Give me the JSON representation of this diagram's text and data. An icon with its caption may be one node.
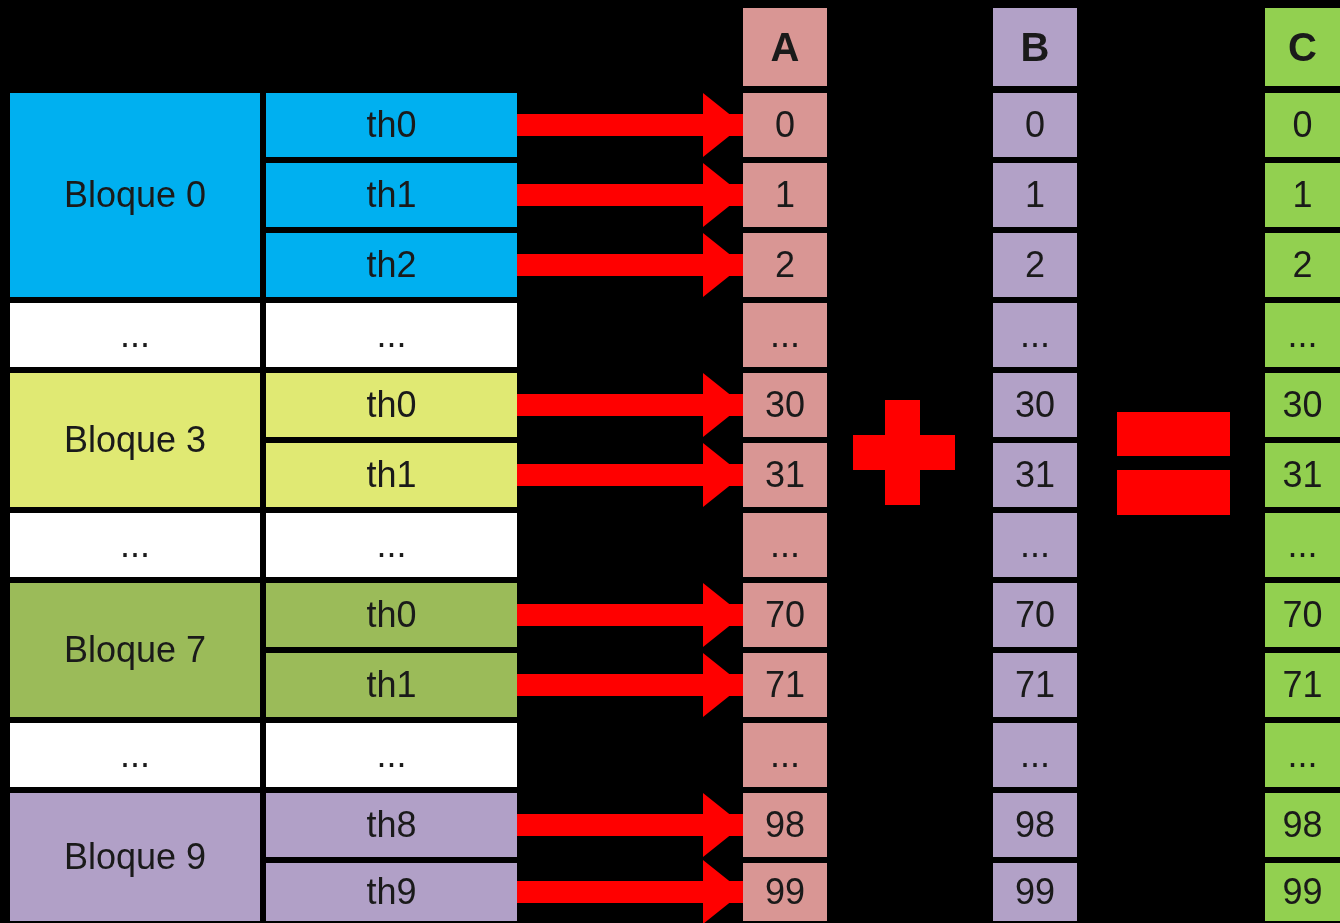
{
  "diagram": {
    "nodes": [
      {
        "text": [
          "Bloque 0"
        ]
      },
      {
        "text": [
          "th0"
        ]
      },
      {
        "text": [
          "th1"
        ]
      },
      {
        "text": [
          "th2"
        ]
      },
      {
        "text": [
          "..."
        ]
      },
      {
        "text": [
          "..."
        ]
      },
      {
        "text": [
          "Bloque 3"
        ]
      },
      {
        "text": [
          "th0"
        ]
      },
      {
        "text": [
          "th1"
        ]
      },
      {
        "text": [
          "..."
        ]
      },
      {
        "text": [
          "..."
        ]
      },
      {
        "text": [
          "Bloque 7"
        ]
      },
      {
        "text": [
          "th0"
        ]
      },
      {
        "text": [
          "th1"
        ]
      },
      {
        "text": [
          "..."
        ]
      },
      {
        "text": [
          "..."
        ]
      },
      {
        "text": [
          "Bloque 9"
        ]
      },
      {
        "text": [
          "th8"
        ]
      },
      {
        "text": [
          "th9"
        ]
      },
      {
        "text": [
          "A"
        ]
      },
      {
        "text": [
          "0"
        ]
      },
      {
        "text": [
          "1"
        ]
      },
      {
        "text": [
          "2"
        ]
      },
      {
        "text": [
          "..."
        ]
      },
      {
        "text": [
          "30"
        ]
      },
      {
        "text": [
          "31"
        ]
      },
      {
        "text": [
          "..."
        ]
      },
      {
        "text": [
          "70"
        ]
      },
      {
        "text": [
          "71"
        ]
      },
      {
        "text": [
          "..."
        ]
      },
      {
        "text": [
          "98"
        ]
      },
      {
        "text": [
          "99"
        ]
      },
      {
        "text": [
          "B"
        ]
      },
      {
        "text": [
          "0"
        ]
      },
      {
        "text": [
          "1"
        ]
      },
      {
        "text": [
          "2"
        ]
      },
      {
        "text": [
          "..."
        ]
      },
      {
        "text": [
          "30"
        ]
      },
      {
        "text": [
          "31"
        ]
      },
      {
        "text": [
          "..."
        ]
      },
      {
        "text": [
          "70"
        ]
      },
      {
        "text": [
          "71"
        ]
      },
      {
        "text": [
          "..."
        ]
      },
      {
        "text": [
          "98"
        ]
      },
      {
        "text": [
          "99"
        ]
      },
      {
        "text": [
          "C"
        ]
      },
      {
        "text": [
          "0"
        ]
      },
      {
        "text": [
          "1"
        ]
      },
      {
        "text": [
          "2"
        ]
      },
      {
        "text": [
          "..."
        ]
      },
      {
        "text": [
          "30"
        ]
      },
      {
        "text": [
          "31"
        ]
      },
      {
        "text": [
          "..."
        ]
      },
      {
        "text": [
          "70"
        ]
      },
      {
        "text": [
          "71"
        ]
      },
      {
        "text": [
          "..."
        ]
      },
      {
        "text": [
          "98"
        ]
      },
      {
        "text": [
          "99"
        ]
      }
    ],
    "edges": [
      {
        "from": 1,
        "to": 20,
        "arrow": "to"
      },
      {
        "from": 2,
        "to": 21,
        "arrow": "to"
      },
      {
        "from": 3,
        "to": 22,
        "arrow": "to"
      },
      {
        "from": 7,
        "to": 24,
        "arrow": "to"
      },
      {
        "from": 8,
        "to": 25,
        "arrow": "to"
      },
      {
        "from": 12,
        "to": 27,
        "arrow": "to"
      },
      {
        "from": 13,
        "to": 28,
        "arrow": "to"
      },
      {
        "from": 17,
        "to": 30,
        "arrow": "to"
      },
      {
        "from": 18,
        "to": 31,
        "arrow": "to"
      }
    ]
  }
}
